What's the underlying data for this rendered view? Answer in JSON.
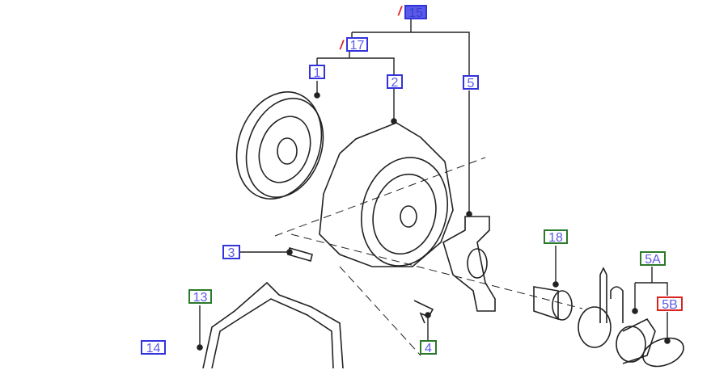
{
  "callouts": [
    {
      "id": "15",
      "style": "filled",
      "superseded": true
    },
    {
      "id": "17",
      "style": "blue",
      "superseded": true
    },
    {
      "id": "1",
      "style": "blue"
    },
    {
      "id": "2",
      "style": "blue"
    },
    {
      "id": "5",
      "style": "blue"
    },
    {
      "id": "3",
      "style": "blue"
    },
    {
      "id": "18",
      "style": "green"
    },
    {
      "id": "5A",
      "style": "green"
    },
    {
      "id": "5B",
      "style": "red"
    },
    {
      "id": "13",
      "style": "green"
    },
    {
      "id": "4",
      "style": "green"
    },
    {
      "id": "14",
      "style": "blue"
    }
  ],
  "colors": {
    "blue": "#3333dd",
    "green": "#2a7a2a",
    "red": "#dd2222",
    "text": "#5b5be8",
    "filled": "#5a5ae8"
  }
}
